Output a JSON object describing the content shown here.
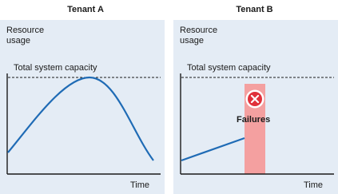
{
  "tenants": [
    {
      "title": "Tenant A",
      "y_axis_label_line1": "Resource",
      "y_axis_label_line2": "usage",
      "capacity_label": "Total system capacity",
      "x_axis_label": "Time"
    },
    {
      "title": "Tenant B",
      "y_axis_label_line1": "Resource",
      "y_axis_label_line2": "usage",
      "capacity_label": "Total system capacity",
      "x_axis_label": "Time",
      "failure_label": "Failures",
      "failure_icon": "error-x-icon"
    }
  ],
  "colors": {
    "panel_background": "#e4ecf5",
    "curve": "#1f6bb5",
    "failure_band": "#f4a0a0",
    "error_icon": "#e0303a",
    "axis": "#1a1a1a"
  }
}
